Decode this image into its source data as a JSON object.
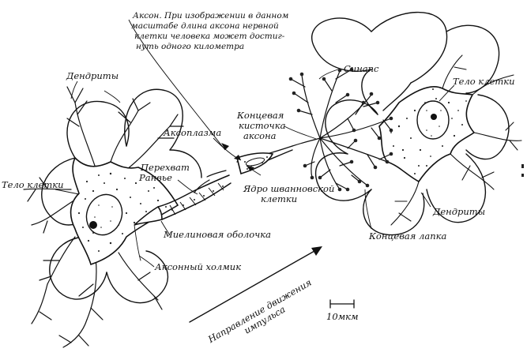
{
  "labels": {
    "axon_note": [
      "Аксон. При изображении в данном",
      "масштабе длина аксона нервной",
      "клетки человека может достиг-",
      "нуть одного километра"
    ],
    "dendrites_left": "Дендриты",
    "cell_body_left": "Тело клетки",
    "axoplasm": "Аксоплазма",
    "ranvier": [
      "Перехват",
      "Ранвье"
    ],
    "myelin": "Миелиновая оболочка",
    "axon_hillock": "Аксонный холмик",
    "schwann_nucleus": [
      "Ядро шванновской",
      "клетки"
    ],
    "terminal_brush": [
      "Концевая",
      "кисточка",
      "аксона"
    ],
    "synapse": "Синапс",
    "cell_body_right": "Тело клетки",
    "dendrites_right": "Дендриты",
    "end_foot": "Концевая лапка",
    "impulse_direction": [
      "Направление движения",
      "импульса"
    ],
    "scale_bar": "10мкм"
  }
}
